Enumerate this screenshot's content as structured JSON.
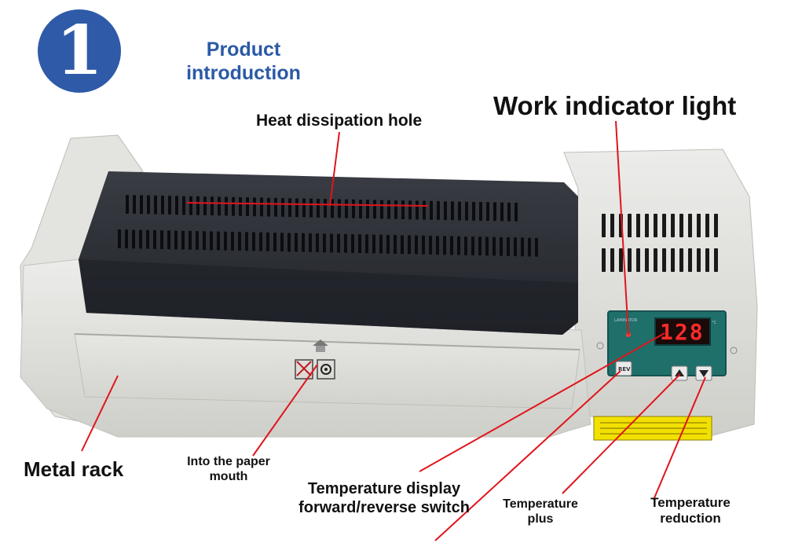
{
  "badge": {
    "number": "1",
    "heading": "Product introduction"
  },
  "labels": {
    "heat_hole": "Heat dissipation hole",
    "work_light": "Work indicator light",
    "metal_rack": "Metal rack",
    "paper_mouth": "Into the paper mouth",
    "temp_display": "Temperature display forward/reverse switch",
    "temp_plus": "Temperature plus",
    "temp_reduction": "Temperature reduction"
  },
  "panel": {
    "display_value": "128",
    "brand_text": "LAMINATOR",
    "rev_label": "REV",
    "unit": "°C"
  },
  "colors": {
    "badge_blue": "#2e5aa8",
    "heading_blue": "#2b5aa6",
    "pointer_red": "#e0151b",
    "machine_body": "#dcdcd6",
    "top_cover": "#2d2f36",
    "panel_teal": "#1f6f6b"
  },
  "icons": [
    "arrow-up-icon",
    "no-hand-icon",
    "disc-icon",
    "plus-button-icon",
    "minus-button-icon"
  ]
}
